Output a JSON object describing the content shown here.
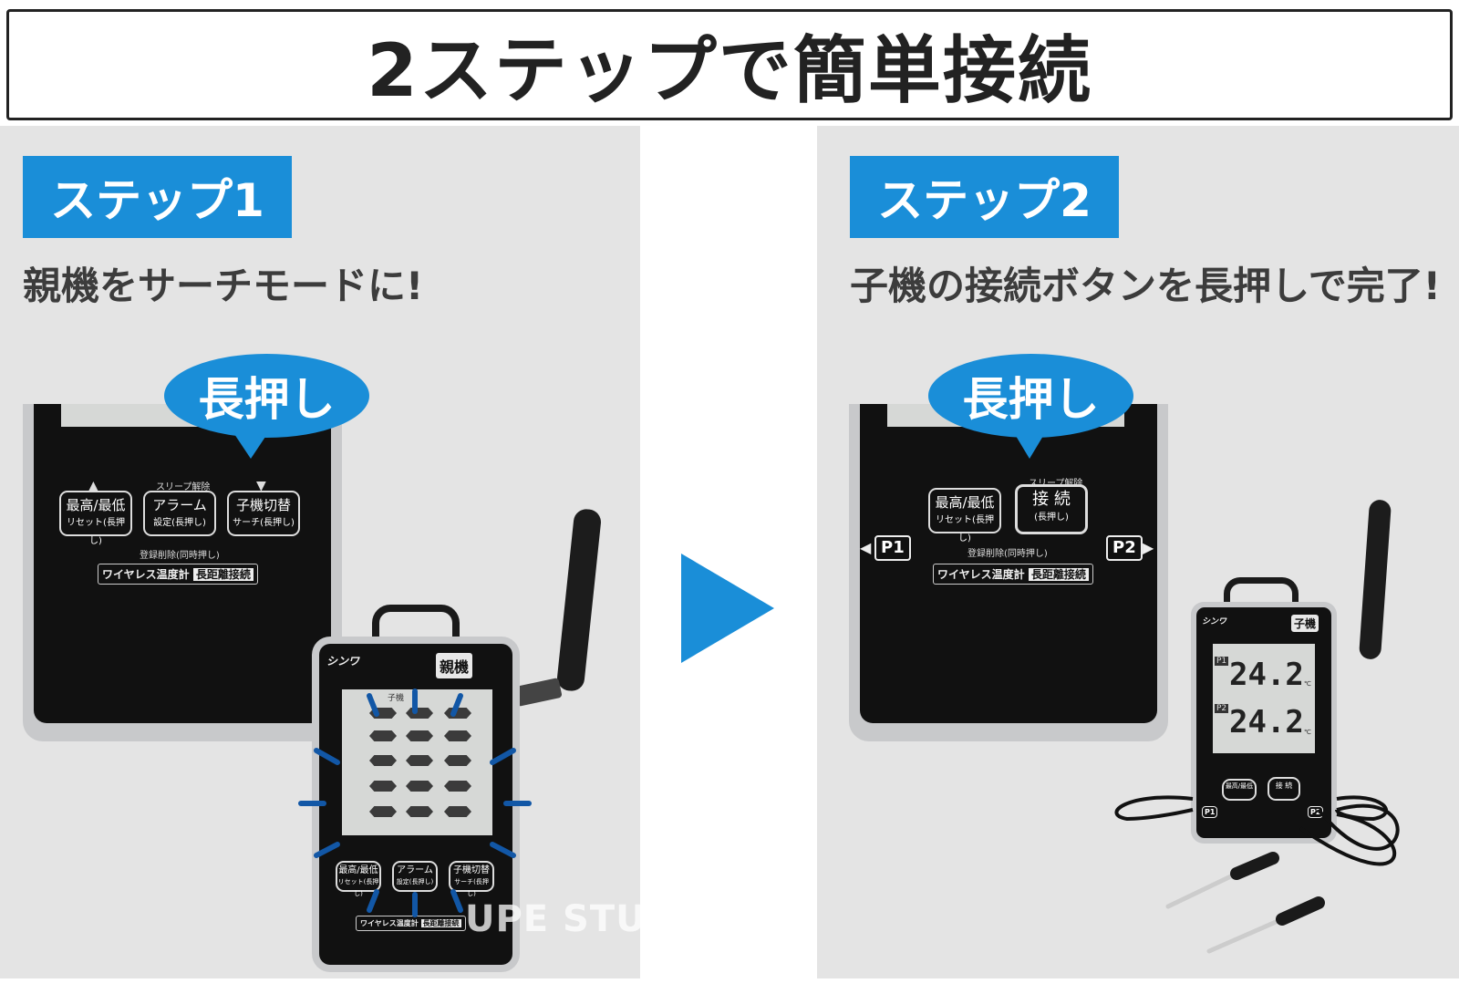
{
  "title": "2ステップで簡単接続",
  "step1": {
    "badge": "ステップ1",
    "description": "親機をサーチモードに!",
    "bubble": "長押し",
    "panel": {
      "sleep_label": "スリープ解除",
      "btn_maxmin": "最高/最低",
      "btn_maxmin_sub": "リセット(長押し)",
      "btn_alarm": "アラーム",
      "btn_alarm_sub": "設定(長押し)",
      "btn_child": "子機切替",
      "btn_child_sub": "サーチ(長押し)",
      "register_label": "登録削除(同時押し)",
      "product_label": "ワイヤレス温度計",
      "product_badge": "長距離接続"
    },
    "device": {
      "brand": "シンワ",
      "type_badge": "親機",
      "lcd_header": "子機"
    }
  },
  "step2": {
    "badge": "ステップ2",
    "description": "子機の接続ボタンを長押しで完了!",
    "bubble": "長押し",
    "panel": {
      "sleep_label": "スリープ解除",
      "btn_maxmin": "最高/最低",
      "btn_maxmin_sub": "リセット(長押し)",
      "btn_connect": "接 続",
      "btn_connect_sub": "(長押し)",
      "p1": "P1",
      "p2": "P2",
      "register_label": "登録削除(同時押し)",
      "product_label": "ワイヤレス温度計",
      "product_badge": "長距離接続"
    },
    "device": {
      "brand": "シンワ",
      "type_badge": "子機",
      "p1_label": "P1",
      "p2_label": "P2",
      "p1_value": "24.2",
      "p2_value": "24.2",
      "unit": "℃"
    }
  },
  "watermark": "UPE STUDIO",
  "colors": {
    "accent": "#1a8ed8",
    "panel_bg": "#e4e4e4",
    "device_face": "#111111"
  }
}
